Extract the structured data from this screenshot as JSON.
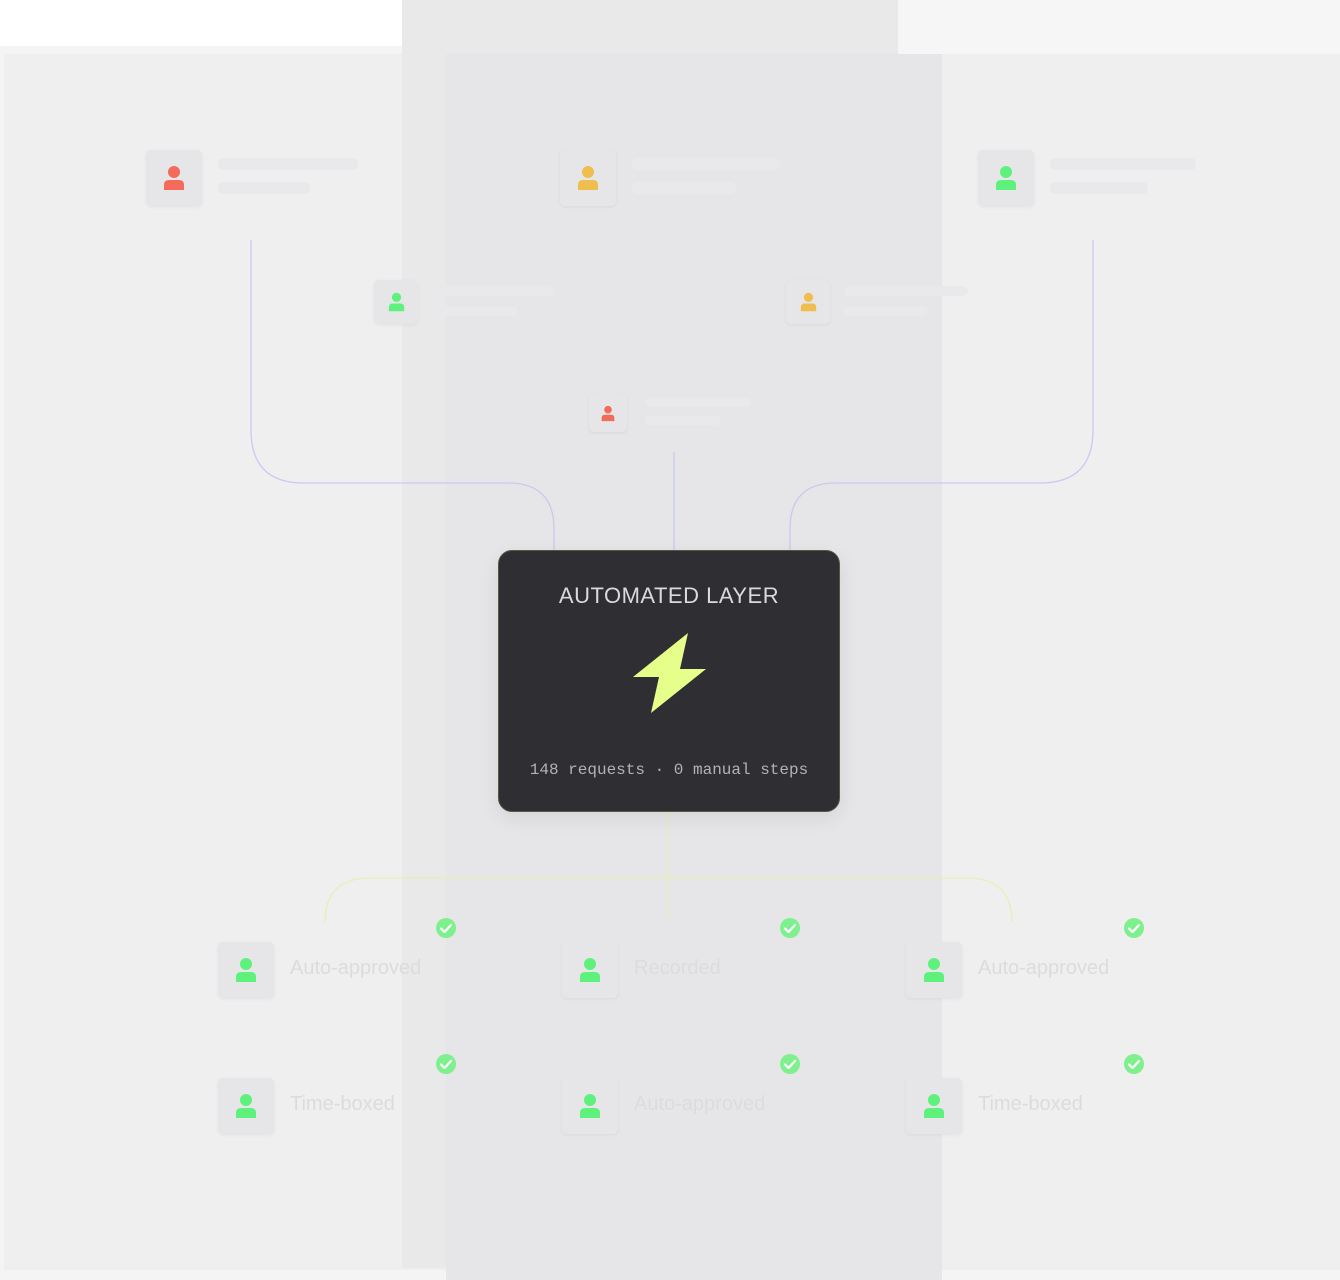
{
  "colors": {
    "red": "#f26b5b",
    "amber": "#f0bd4f",
    "green": "#5ef27d",
    "card_bg": "#2f2e33",
    "bolt": "#e6ff8a",
    "connector_top": "#c7c8ef",
    "connector_bottom": "#e9eeb5"
  },
  "center": {
    "title": "AUTOMATED LAYER",
    "stats": "148 requests · 0 manual steps",
    "icon": "lightning-bolt-icon"
  },
  "requesters": [
    {
      "status": "red",
      "icon": "user-icon"
    },
    {
      "status": "amber",
      "icon": "user-icon"
    },
    {
      "status": "green",
      "icon": "user-icon"
    },
    {
      "status": "green",
      "icon": "user-icon"
    },
    {
      "status": "amber",
      "icon": "user-icon"
    },
    {
      "status": "red",
      "icon": "user-icon"
    }
  ],
  "outcomes": [
    {
      "label": "Auto-approved",
      "icon": "user-icon",
      "badge": "check-icon"
    },
    {
      "label": "Recorded",
      "icon": "user-icon",
      "badge": "check-icon"
    },
    {
      "label": "Auto-approved",
      "icon": "user-icon",
      "badge": "check-icon"
    },
    {
      "label": "Time-boxed",
      "icon": "user-icon",
      "badge": "check-icon"
    },
    {
      "label": "Auto-approved",
      "icon": "user-icon",
      "badge": "check-icon"
    },
    {
      "label": "Time-boxed",
      "icon": "user-icon",
      "badge": "check-icon"
    }
  ]
}
